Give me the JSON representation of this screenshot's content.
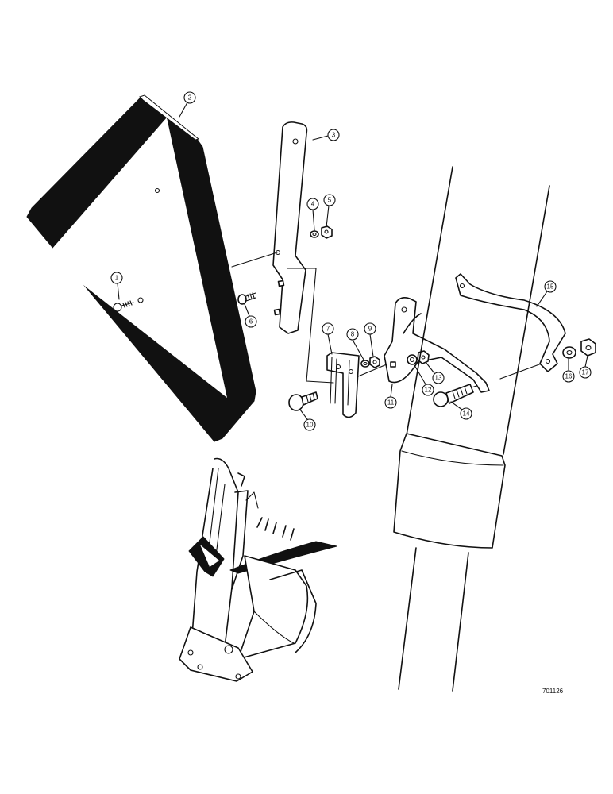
{
  "diagram": {
    "reference_code": "701126",
    "callouts": [
      {
        "id": "c1",
        "label": "1"
      },
      {
        "id": "c2",
        "label": "2"
      },
      {
        "id": "c3",
        "label": "3"
      },
      {
        "id": "c4",
        "label": "4"
      },
      {
        "id": "c5",
        "label": "5"
      },
      {
        "id": "c6",
        "label": "6"
      },
      {
        "id": "c7",
        "label": "7"
      },
      {
        "id": "c8",
        "label": "8"
      },
      {
        "id": "c9",
        "label": "9"
      },
      {
        "id": "c10",
        "label": "10"
      },
      {
        "id": "c11",
        "label": "11"
      },
      {
        "id": "c12",
        "label": "12"
      },
      {
        "id": "c13",
        "label": "13"
      },
      {
        "id": "c14",
        "label": "14"
      },
      {
        "id": "c15",
        "label": "15"
      },
      {
        "id": "c16",
        "label": "16"
      },
      {
        "id": "c17",
        "label": "17"
      }
    ]
  }
}
